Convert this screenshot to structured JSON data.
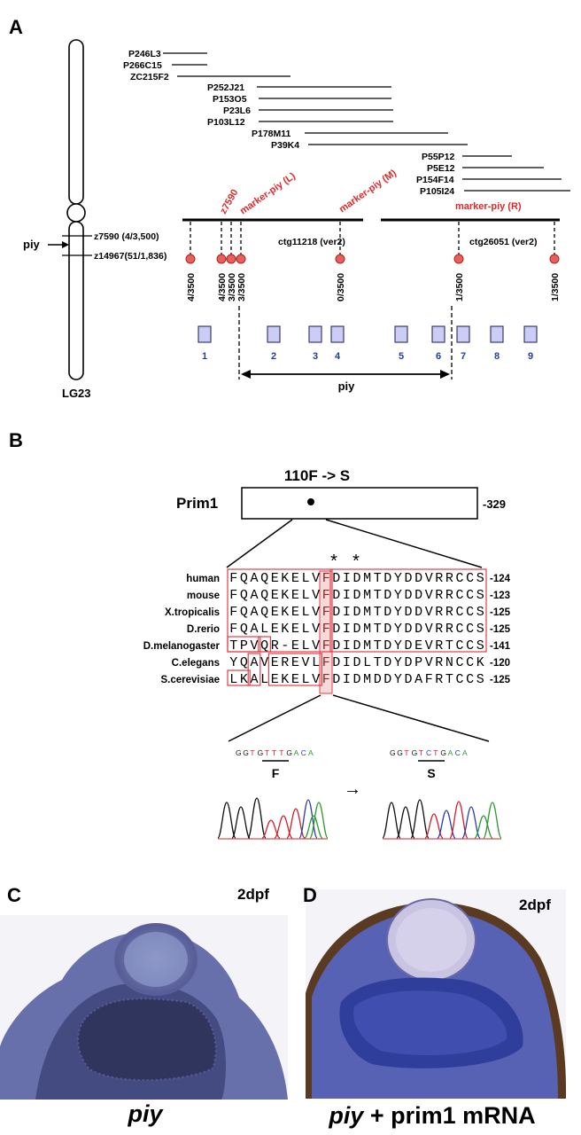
{
  "panels": {
    "a": {
      "letter": "A",
      "chromosome": {
        "name": "LG23",
        "locus": "piy",
        "markers": [
          "z7590 (4/3,500)",
          "z14967(51/1,836)"
        ]
      },
      "bac_clones": [
        "P246L3",
        "P266C15",
        "ZC215F2",
        "P252J21",
        "P153O5",
        "P23L6",
        "P103L12",
        "P178M11",
        "P39K4",
        "P55P12",
        "P5E12",
        "P154F14",
        "P105I24"
      ],
      "contigs": [
        "ctg11218 (ver2)",
        "ctg26051 (ver2)"
      ],
      "map_markers": [
        "z7590",
        "marker-piy (L)",
        "marker-piy (M)",
        "marker-piy (R)"
      ],
      "recombinants": [
        "4/3500",
        "4/3500",
        "3/3500",
        "3/3500",
        "0/3500",
        "1/3500",
        "1/3500"
      ],
      "genes": [
        "1",
        "2",
        "3",
        "4",
        "5",
        "6",
        "7",
        "8",
        "9"
      ],
      "interval_label": "piy"
    },
    "b": {
      "letter": "B",
      "mutation": "110F -> S",
      "protein": "Prim1",
      "protein_length": "-329",
      "species": [
        "human",
        "mouse",
        "X.tropicalis",
        "D.rerio",
        "D.melanogaster",
        "C.elegans",
        "S.cerevisiae"
      ],
      "sequences": [
        "FQAQEKELVFDIDMTDYDDVRRCCS",
        "FQAQEKELVFDIDMTDYDDVRRCCS",
        "FQAQEKELVFDIDMTDYDDVRRCCS",
        "FQALEKELVFDIDMTDYDDVRRCCS",
        "TPVQR-ELVFDIDMTDYDEVRTCCS",
        "YQAVEREVLFDIDLTDYDPVRNCCK",
        "LKALEKELVFDIDMDDYDAFRTCCS"
      ],
      "positions": [
        "-124",
        "-123",
        "-125",
        "-125",
        "-141",
        "-120",
        "-125"
      ],
      "stars": [
        "*",
        "*"
      ],
      "wt_seq": "GGTGTTTGACA",
      "mut_seq": "GGTGTCTGACA",
      "wt_aa": "F",
      "mut_aa": "S",
      "arrow": "→"
    },
    "c": {
      "letter": "C",
      "stage": "2dpf",
      "caption": "piy"
    },
    "d": {
      "letter": "D",
      "stage": "2dpf",
      "caption_italic": "piy",
      "caption_rest": " + prim1 mRNA"
    }
  },
  "colors": {
    "marker_red": "#e0282a",
    "gene_box": "#cccdf6",
    "gene_num": "#1f3fa4",
    "align_box": "#e0404a"
  }
}
